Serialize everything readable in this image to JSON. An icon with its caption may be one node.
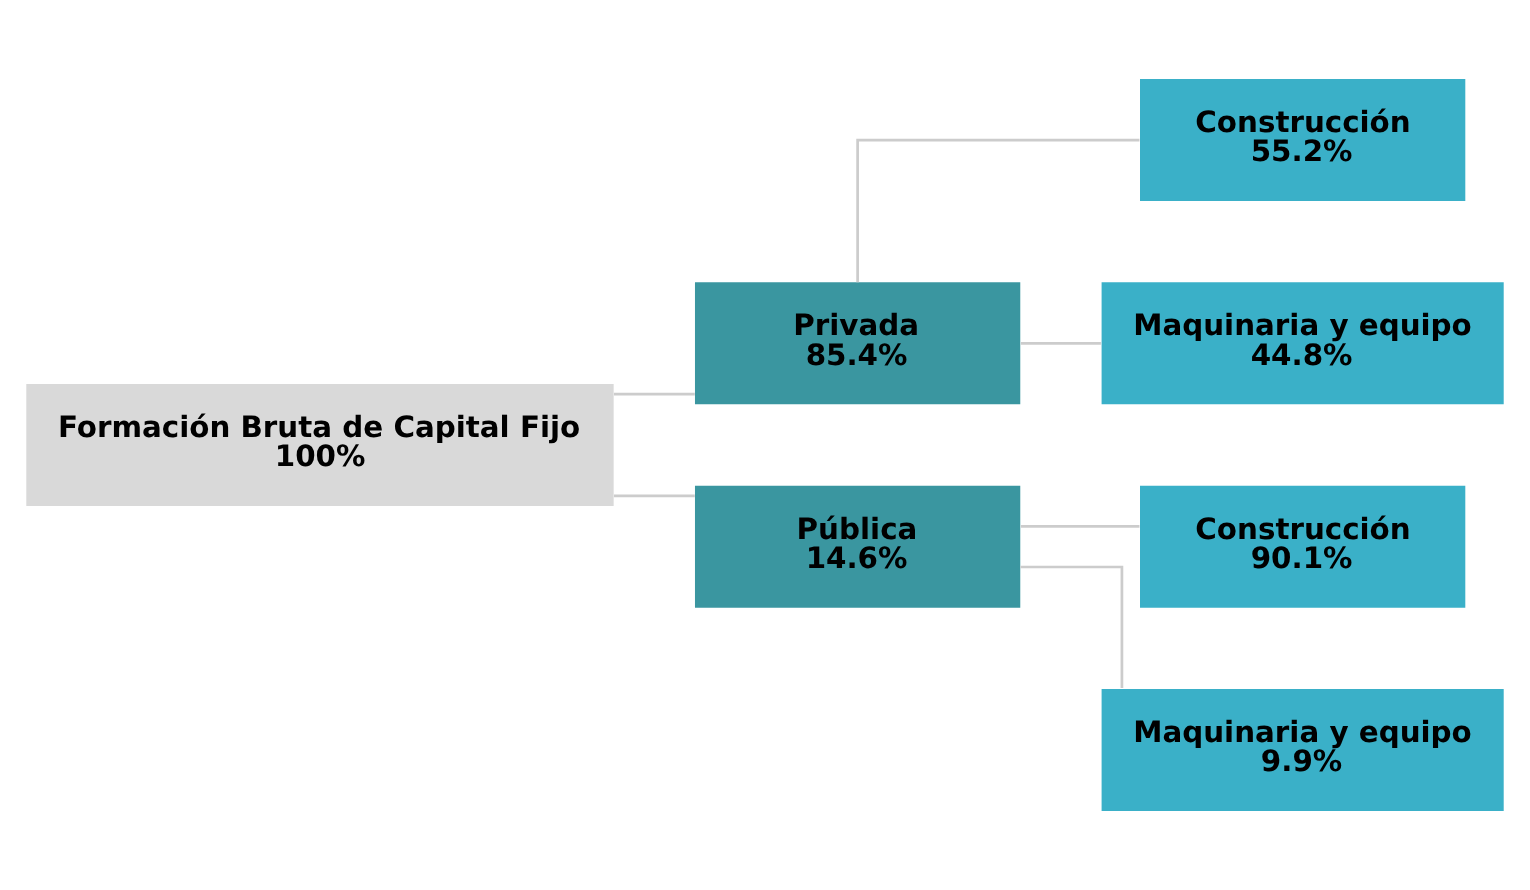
{
  "diagram": {
    "nodes": [
      {
        "text": [
          "Formación Bruta de Capital Fijo",
          "100%"
        ]
      },
      {
        "text": [
          "Privada",
          "85.4%"
        ]
      },
      {
        "text": [
          "Pública",
          "14.6%"
        ]
      },
      {
        "text": [
          "Construcción",
          "55.2%"
        ]
      },
      {
        "text": [
          "Maquinaria y equipo",
          "44.8%"
        ]
      },
      {
        "text": [
          "Construcción",
          "90.1%"
        ]
      },
      {
        "text": [
          "Maquinaria y equipo",
          "9.9%"
        ]
      }
    ],
    "edges": [
      {
        "from": 0,
        "to": 1,
        "arrow": "none"
      },
      {
        "from": 0,
        "to": 2,
        "arrow": "none"
      },
      {
        "from": 1,
        "to": 3,
        "arrow": "none"
      },
      {
        "from": 1,
        "to": 4,
        "arrow": "none"
      },
      {
        "from": 2,
        "to": 5,
        "arrow": "none"
      },
      {
        "from": 2,
        "to": 6,
        "arrow": "none"
      }
    ]
  }
}
